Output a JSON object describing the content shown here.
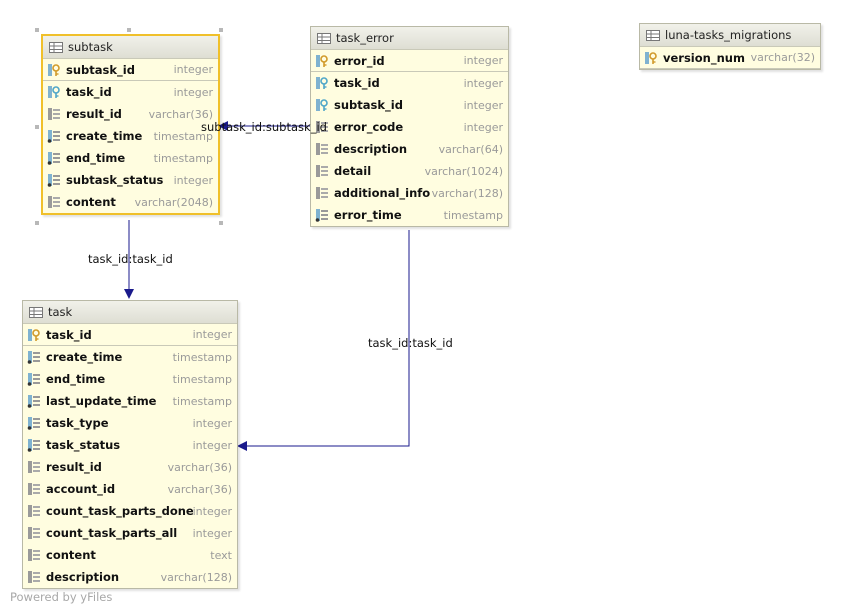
{
  "colors": {
    "edge": "#1a1a8c",
    "selection": "#f0c02a",
    "table_bg": "#fffde0"
  },
  "tables": {
    "subtask": {
      "name": "subtask",
      "columns": [
        {
          "name": "subtask_id",
          "type": "integer",
          "icon": "primary-key-icon"
        },
        {
          "name": "task_id",
          "type": "integer",
          "icon": "foreign-key-icon"
        },
        {
          "name": "result_id",
          "type": "varchar(36)",
          "icon": "column-icon"
        },
        {
          "name": "create_time",
          "type": "timestamp",
          "icon": "indexed-column-icon"
        },
        {
          "name": "end_time",
          "type": "timestamp",
          "icon": "indexed-column-icon"
        },
        {
          "name": "subtask_status",
          "type": "integer",
          "icon": "indexed-column-icon"
        },
        {
          "name": "content",
          "type": "varchar(2048)",
          "icon": "column-icon"
        }
      ]
    },
    "task_error": {
      "name": "task_error",
      "columns": [
        {
          "name": "error_id",
          "type": "integer",
          "icon": "primary-key-icon"
        },
        {
          "name": "task_id",
          "type": "integer",
          "icon": "foreign-key-icon"
        },
        {
          "name": "subtask_id",
          "type": "integer",
          "icon": "foreign-key-icon"
        },
        {
          "name": "error_code",
          "type": "integer",
          "icon": "column-icon"
        },
        {
          "name": "description",
          "type": "varchar(64)",
          "icon": "column-icon"
        },
        {
          "name": "detail",
          "type": "varchar(1024)",
          "icon": "column-icon"
        },
        {
          "name": "additional_info",
          "type": "varchar(128)",
          "icon": "column-icon"
        },
        {
          "name": "error_time",
          "type": "timestamp",
          "icon": "indexed-column-icon"
        }
      ]
    },
    "migrations": {
      "name": "luna-tasks_migrations",
      "columns": [
        {
          "name": "version_num",
          "type": "varchar(32)",
          "icon": "primary-key-icon"
        }
      ]
    },
    "task": {
      "name": "task",
      "columns": [
        {
          "name": "task_id",
          "type": "integer",
          "icon": "primary-key-icon"
        },
        {
          "name": "create_time",
          "type": "timestamp",
          "icon": "indexed-column-icon"
        },
        {
          "name": "end_time",
          "type": "timestamp",
          "icon": "indexed-column-icon"
        },
        {
          "name": "last_update_time",
          "type": "timestamp",
          "icon": "indexed-column-icon"
        },
        {
          "name": "task_type",
          "type": "integer",
          "icon": "indexed-column-icon"
        },
        {
          "name": "task_status",
          "type": "integer",
          "icon": "indexed-column-icon"
        },
        {
          "name": "result_id",
          "type": "varchar(36)",
          "icon": "column-icon"
        },
        {
          "name": "account_id",
          "type": "varchar(36)",
          "icon": "column-icon"
        },
        {
          "name": "count_task_parts_done",
          "type": "integer",
          "icon": "column-icon"
        },
        {
          "name": "count_task_parts_all",
          "type": "integer",
          "icon": "column-icon"
        },
        {
          "name": "content",
          "type": "text",
          "icon": "column-icon"
        },
        {
          "name": "description",
          "type": "varchar(128)",
          "icon": "column-icon"
        }
      ]
    }
  },
  "edges": {
    "subtask_to_task": "task_id:task_id",
    "task_error_to_subtask": "subtask_id:subtask_id",
    "task_error_to_task": "task_id:task_id"
  },
  "footer": "Powered by yFiles"
}
